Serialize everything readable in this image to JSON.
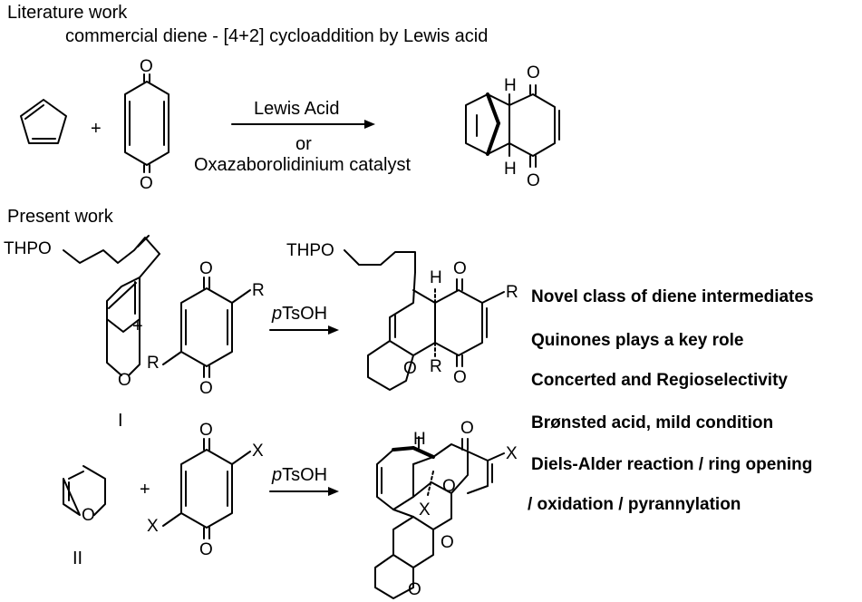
{
  "headings": {
    "literature": "Literature work",
    "literature_sub": "commercial diene - [4+2] cycloaddition by Lewis acid",
    "present": "Present work"
  },
  "reaction1": {
    "plus": "+",
    "reagent_line1": "Lewis Acid",
    "reagent_line2": "or",
    "reagent_line3": "Oxazaborolidinium  catalyst"
  },
  "reaction2": {
    "plus": "+",
    "reagent_prefix": "p",
    "reagent": "TsOH",
    "diene_label": "I"
  },
  "reaction3": {
    "plus": "+",
    "reagent_prefix": "p",
    "reagent": "TsOH",
    "diene_label": "II"
  },
  "atoms": {
    "O": "O",
    "H": "H",
    "R": "R",
    "X": "X",
    "THPO": "THPO"
  },
  "highlights": [
    "Novel class of diene intermediates",
    "Quinones plays a key role",
    "Concerted and Regioselectivity",
    "Brønsted acid, mild condition",
    "Diels-Alder reaction / ring opening",
    "/ oxidation / pyrannylation"
  ],
  "colors": {
    "ink": "#000000",
    "background": "#ffffff"
  }
}
